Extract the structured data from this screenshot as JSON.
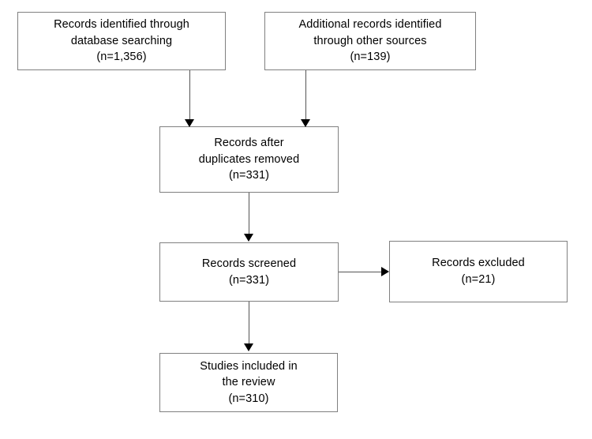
{
  "diagram": {
    "title": "PRISMA study selection flow diagram",
    "type": "flowchart",
    "colors": {
      "background": "#ffffff",
      "box_border": "#808080",
      "connector": "#555555",
      "arrowhead": "#000000",
      "text": "#000000"
    },
    "nodes": [
      {
        "id": "db-records",
        "lines": [
          "Records identified through",
          "database searching",
          "(n=1,356)"
        ],
        "count": 1356
      },
      {
        "id": "other-records",
        "lines": [
          "Additional records identified",
          "through other sources",
          "(n=139)"
        ],
        "count": 139
      },
      {
        "id": "after-dupes",
        "lines": [
          "Records after",
          "duplicates removed",
          "(n=331)"
        ],
        "count": 331
      },
      {
        "id": "screened",
        "lines": [
          "Records screened",
          "(n=331)"
        ],
        "count": 331
      },
      {
        "id": "excluded",
        "lines": [
          "Records excluded",
          "(n=21)"
        ],
        "count": 21
      },
      {
        "id": "included",
        "lines": [
          "Studies included in",
          "the review",
          "(n=310)"
        ],
        "count": 310
      }
    ],
    "edges": [
      {
        "from": "db-records",
        "to": "after-dupes",
        "direction": "down"
      },
      {
        "from": "other-records",
        "to": "after-dupes",
        "direction": "down"
      },
      {
        "from": "after-dupes",
        "to": "screened",
        "direction": "down"
      },
      {
        "from": "screened",
        "to": "excluded",
        "direction": "right"
      },
      {
        "from": "screened",
        "to": "included",
        "direction": "down"
      }
    ]
  }
}
